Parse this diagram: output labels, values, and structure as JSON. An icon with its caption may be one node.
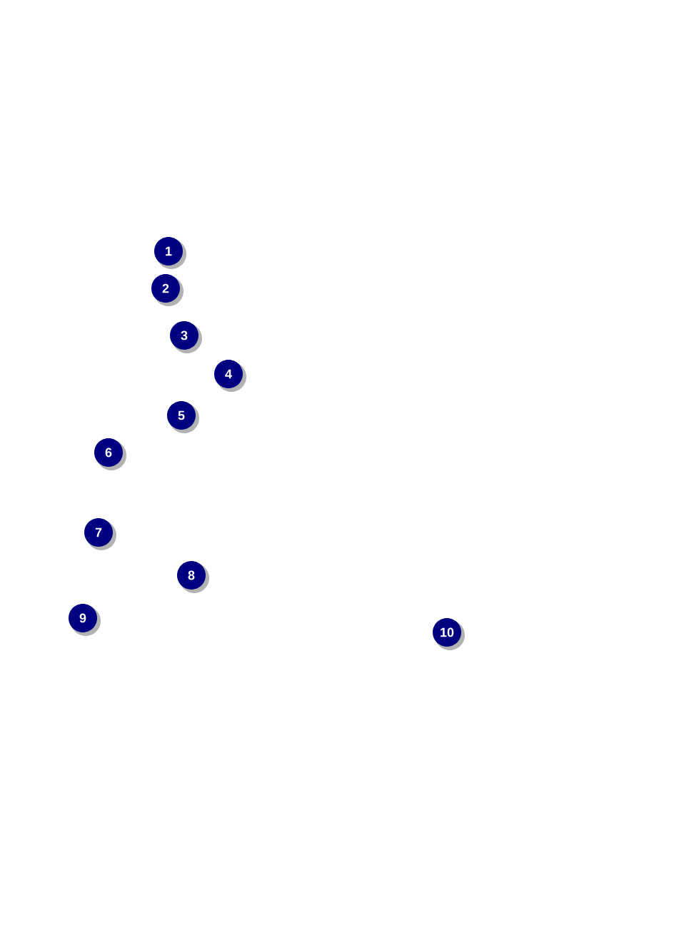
{
  "diagram": {
    "labels": [
      "1",
      "2",
      "3",
      "4",
      "5",
      "6",
      "7",
      "8",
      "9",
      "10"
    ]
  }
}
